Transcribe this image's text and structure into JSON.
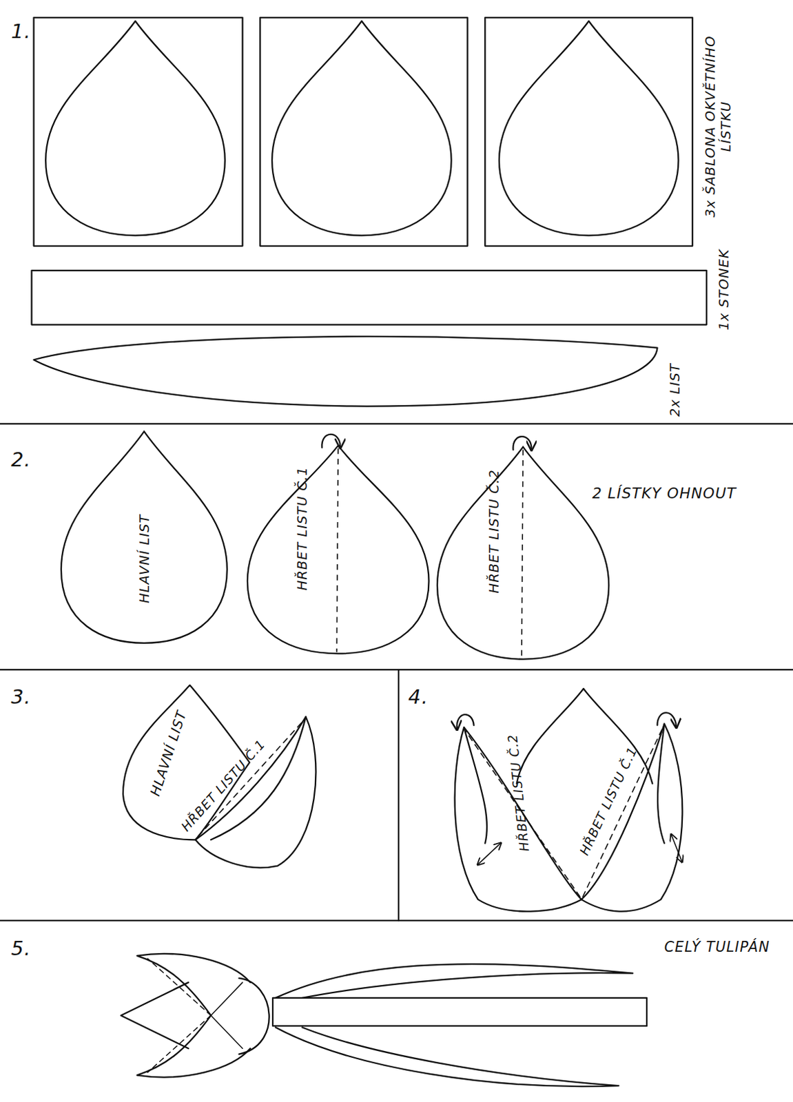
{
  "diagram": {
    "nodes": [
      {
        "text": [
          "HLAVNÍ LIST"
        ]
      },
      {
        "text": [
          "HŘBET LISTU Č.1"
        ]
      },
      {
        "text": [
          "HŘBET LISTU Č.2"
        ]
      }
    ],
    "labels": [
      "1.",
      "3x ŠABLONA OKVĚTNÍHO LÍSTKU",
      "1x STONEK",
      "2x LIST",
      "2.",
      "2 LÍSTKY OHNOUT",
      "3.",
      "HLAVNÍ LIST",
      "HŘBET LISTU Č.1",
      "4.",
      "HŘBET LISTU Č.2",
      "HŘBET LISTU Č.1",
      "5.",
      "CELÝ TULIPÁN"
    ]
  }
}
